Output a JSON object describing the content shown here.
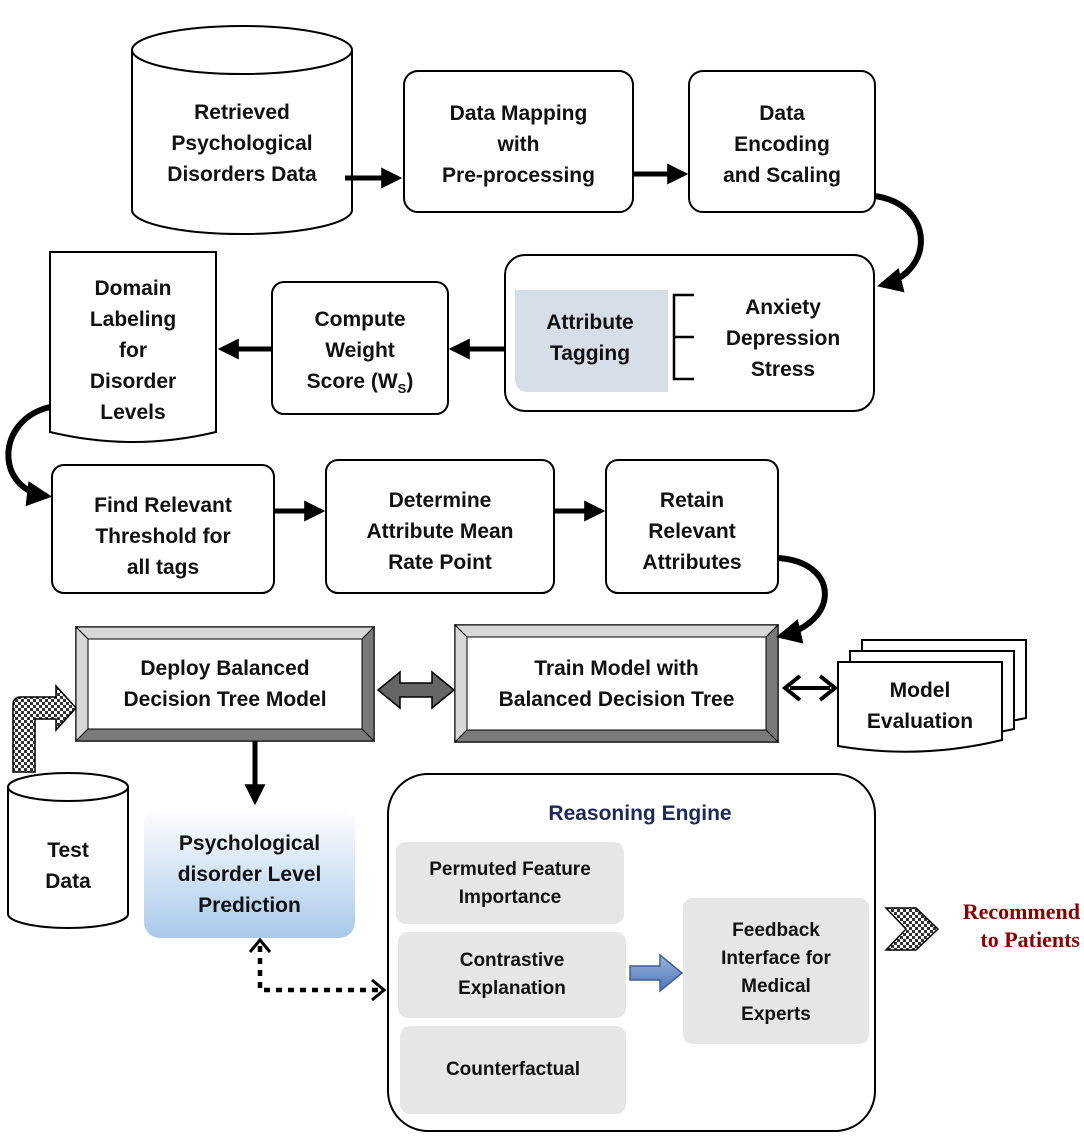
{
  "nodes": {
    "retrieved_data": [
      "Retrieved",
      "Psychological",
      "Disorders Data"
    ],
    "data_mapping": [
      "Data Mapping",
      "with",
      "Pre-processing"
    ],
    "data_encoding": [
      "Data",
      "Encoding",
      "and Scaling"
    ],
    "attribute_tagging": [
      "Attribute",
      "Tagging"
    ],
    "tags": [
      "Anxiety",
      "Depression",
      "Stress"
    ],
    "compute_weight": [
      "Compute",
      "Weight"
    ],
    "compute_weight_score": "Score (W",
    "compute_weight_sub": "S",
    "domain_labeling": [
      "Domain",
      "Labeling",
      "for",
      "Disorder",
      "Levels"
    ],
    "find_threshold": [
      "Find Relevant",
      "Threshold for",
      "all tags"
    ],
    "determine_mean": [
      "Determine",
      "Attribute Mean",
      "Rate Point"
    ],
    "retain_attributes": [
      "Retain",
      "Relevant",
      "Attributes"
    ],
    "deploy_model": [
      "Deploy Balanced",
      "Decision Tree Model"
    ],
    "train_model": [
      "Train Model with",
      "Balanced Decision Tree"
    ],
    "model_evaluation": [
      "Model",
      "Evaluation"
    ],
    "test_data": [
      "Test",
      "Data"
    ],
    "prediction": [
      "Psychological",
      "disorder Level",
      "Prediction"
    ],
    "reasoning_engine_title": "Reasoning Engine",
    "permuted_feature": [
      "Permuted Feature",
      "Importance"
    ],
    "contrastive": [
      "Contrastive",
      "Explanation"
    ],
    "counterfactual": [
      "Counterfactual"
    ],
    "feedback_interface": [
      "Feedback",
      "Interface for",
      "Medical",
      "Experts"
    ],
    "recommend": [
      "Recommend",
      "to Patients"
    ]
  },
  "colors": {
    "stroke": "#000000",
    "tagging_fill": "#d6dee8",
    "reason_box_fill": "#e6e6e6",
    "prediction_fill_top": "#ffffff",
    "prediction_fill_bottom": "#a9c9ea",
    "recommend_text": "#8b0000",
    "title_text": "#1a2a5a",
    "bevel_dark": "#7a7a7a",
    "bevel_light": "#d8d8d8",
    "blue_arrow": "#6d8fc7"
  }
}
